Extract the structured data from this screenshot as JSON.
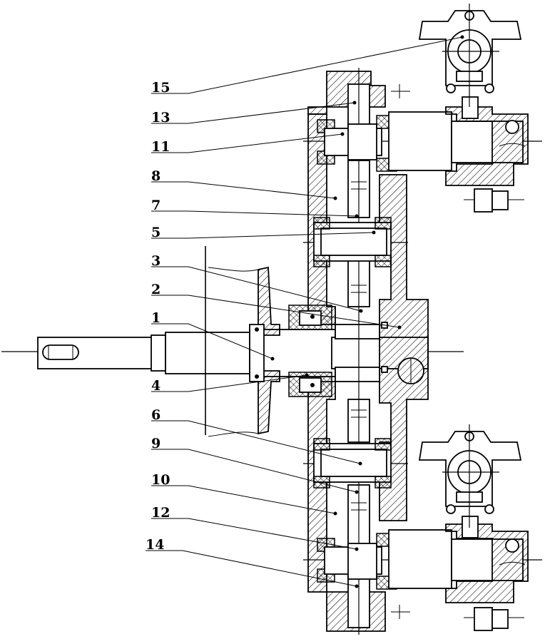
{
  "figure": {
    "part_labels": [
      "15",
      "13",
      "11",
      "8",
      "7",
      "5",
      "3",
      "2",
      "1",
      "4",
      "6",
      "9",
      "10",
      "12",
      "14"
    ]
  }
}
